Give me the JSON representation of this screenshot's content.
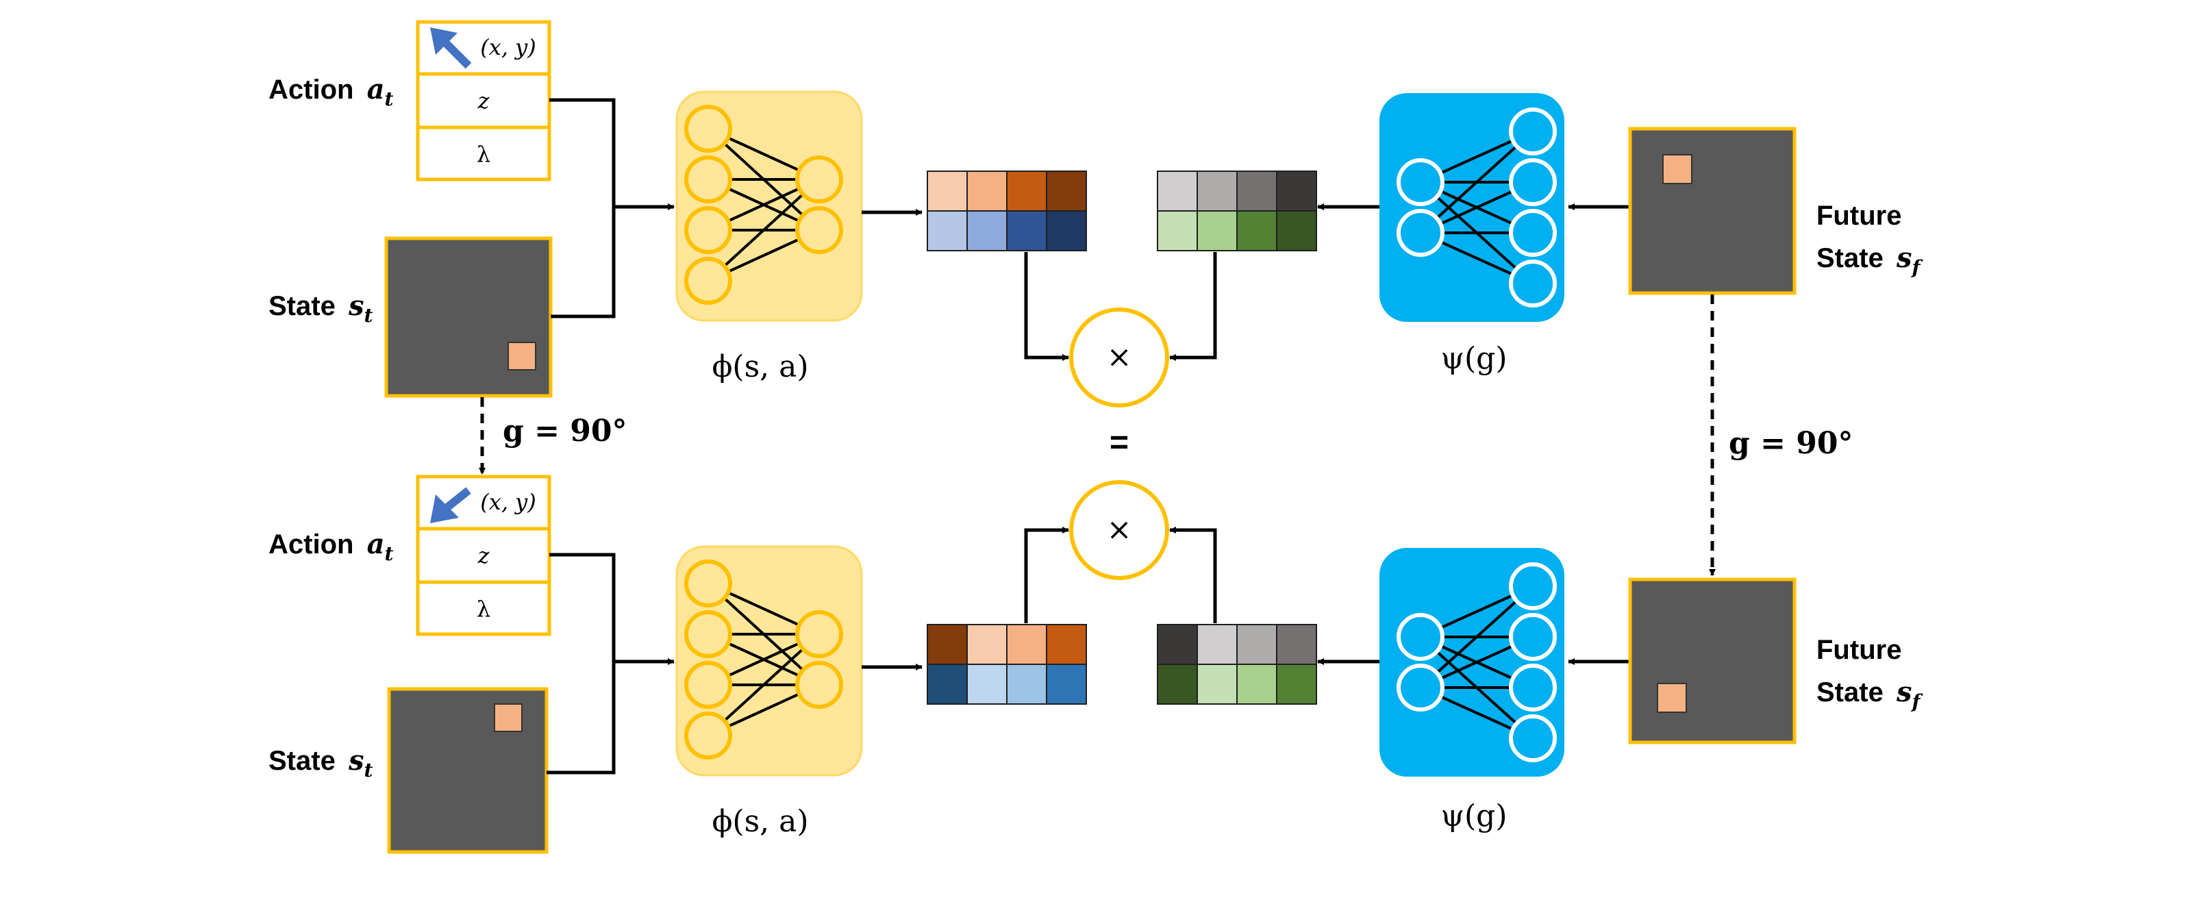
{
  "colors": {
    "frame_gold": "#FFC000",
    "state_bg": "#595959",
    "object": "#F4B183",
    "phi_bg": "#FFE699",
    "psi_bg": "#00B0F0",
    "arrow_blue": "#4472C4",
    "phi_row1_top": [
      "#F8CBAD",
      "#F4B183",
      "#C55A11",
      "#843C0C"
    ],
    "phi_row1_bottom": [
      "#B4C7E7",
      "#8FAADC",
      "#2F5597",
      "#203864"
    ],
    "psi_row1_top": [
      "#D0CECE",
      "#AEABAB",
      "#767171",
      "#3B3838"
    ],
    "psi_row1_bottom": [
      "#C5E0B4",
      "#A9D18E",
      "#548235",
      "#385723"
    ],
    "phi_row2_top": [
      "#843C0C",
      "#F8CBAD",
      "#F4B183",
      "#C55A11"
    ],
    "phi_row2_bottom": [
      "#1F4E79",
      "#BDD7EE",
      "#9DC3E6",
      "#2E75B6"
    ],
    "psi_row2_top": [
      "#3B3838",
      "#D0CECE",
      "#AEABAB",
      "#767171"
    ],
    "psi_row2_bottom": [
      "#385723",
      "#C5E0B4",
      "#A9D18E",
      "#548235"
    ]
  },
  "top": {
    "action_label": "Action",
    "action_var": "a",
    "action_sub": "t",
    "state_label": "State",
    "state_var": "s",
    "state_sub": "t",
    "action_rows": [
      "(x, y)",
      "z",
      "λ"
    ],
    "direction_icon": "arrow-up-left-icon",
    "phi_label": "ϕ(s, a)",
    "psi_label": "ψ(g)",
    "future_line1": "Future",
    "future_label": "State",
    "future_var": "s",
    "future_sub": "f"
  },
  "bottom": {
    "action_label": "Action",
    "action_var": "a",
    "action_sub": "t",
    "state_label": "State",
    "state_var": "s",
    "state_sub": "t",
    "action_rows": [
      "(x, y)",
      "z",
      "λ"
    ],
    "direction_icon": "arrow-down-left-icon",
    "phi_label": "ϕ(s, a)",
    "psi_label": "ψ(g)",
    "future_line1": "Future",
    "future_label": "State",
    "future_var": "s",
    "future_sub": "f"
  },
  "transform_left": "g = 90°",
  "transform_right": "g = 90°",
  "multiply_symbol": "×",
  "equals_symbol": "="
}
